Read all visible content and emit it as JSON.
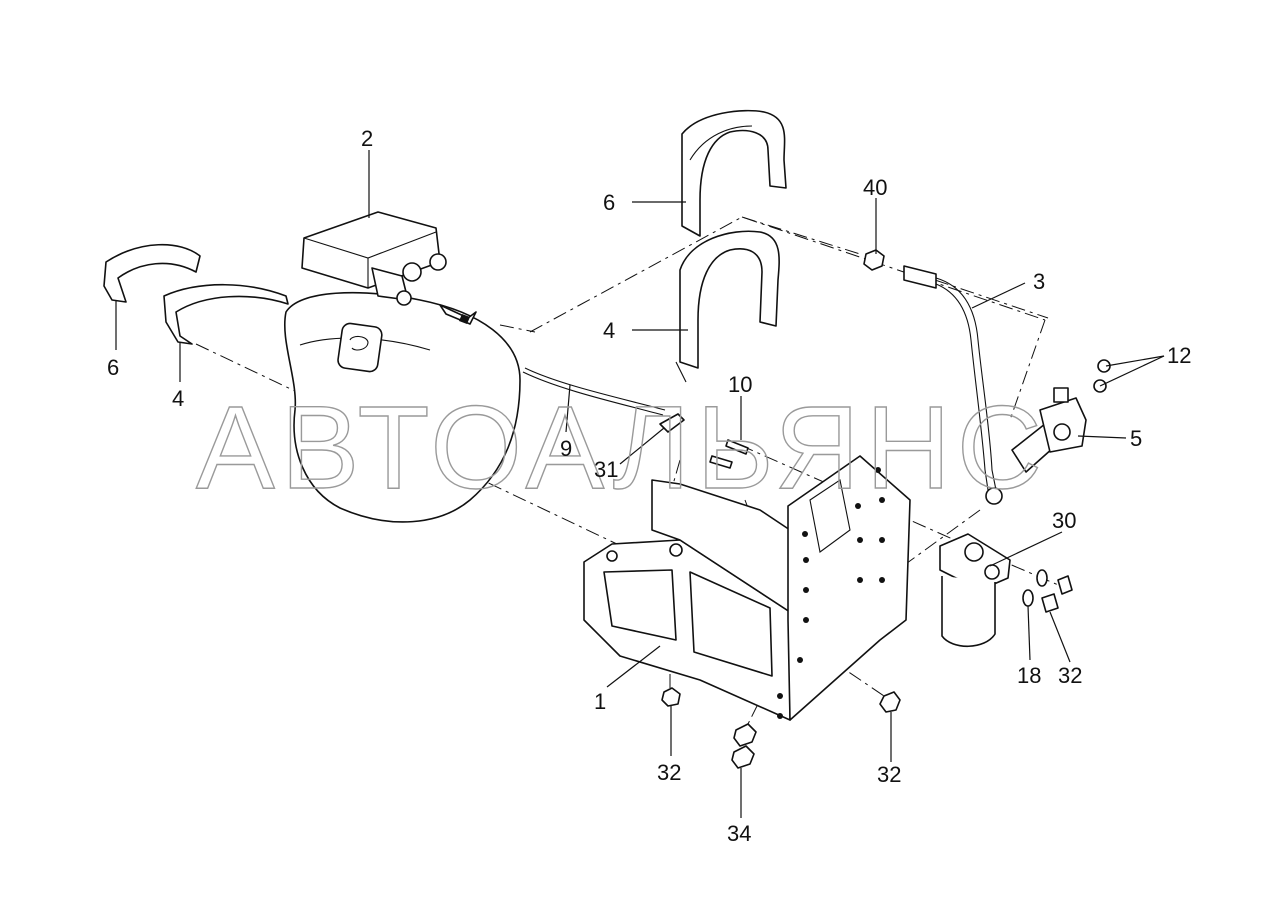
{
  "watermark": "АВТОАЛЬЯНС",
  "callouts": [
    {
      "id": "label-2a",
      "text": "2"
    },
    {
      "id": "label-6a",
      "text": "6"
    },
    {
      "id": "label-6b",
      "text": "6"
    },
    {
      "id": "label-4a",
      "text": "4"
    },
    {
      "id": "label-4b",
      "text": "4"
    },
    {
      "id": "label-40",
      "text": "40"
    },
    {
      "id": "label-3",
      "text": "3"
    },
    {
      "id": "label-12",
      "text": "12"
    },
    {
      "id": "label-5",
      "text": "5"
    },
    {
      "id": "label-10",
      "text": "10"
    },
    {
      "id": "label-9",
      "text": "9"
    },
    {
      "id": "label-31",
      "text": "31"
    },
    {
      "id": "label-30",
      "text": "30"
    },
    {
      "id": "label-18",
      "text": "18"
    },
    {
      "id": "label-32a",
      "text": "32"
    },
    {
      "id": "label-32b",
      "text": "32"
    },
    {
      "id": "label-32c",
      "text": "32"
    },
    {
      "id": "label-1",
      "text": "1"
    },
    {
      "id": "label-34",
      "text": "34"
    }
  ]
}
